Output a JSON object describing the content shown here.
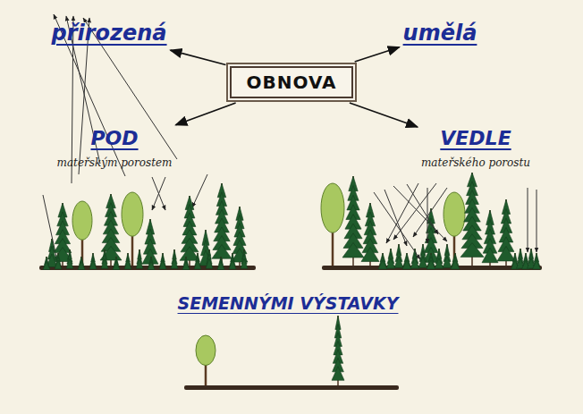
{
  "diagram": {
    "nodes": [
      {
        "text": [
          "přirozená"
        ]
      },
      {
        "text": [
          "umělá"
        ]
      },
      {
        "text": [
          "OBNOVA"
        ]
      },
      {
        "text": [
          "POD",
          "mateřským porostem"
        ]
      },
      {
        "text": [
          "VEDLE",
          "mateřského porostu"
        ]
      }
    ],
    "edges": [
      {
        "from": 2,
        "to": 0,
        "arrow": "to"
      },
      {
        "from": 2,
        "to": 1,
        "arrow": "to"
      },
      {
        "from": 2,
        "to": 3,
        "arrow": "to"
      },
      {
        "from": 2,
        "to": 4,
        "arrow": "to"
      }
    ],
    "labels": [
      "SEMENNÝMI VÝSTAVKY"
    ]
  }
}
